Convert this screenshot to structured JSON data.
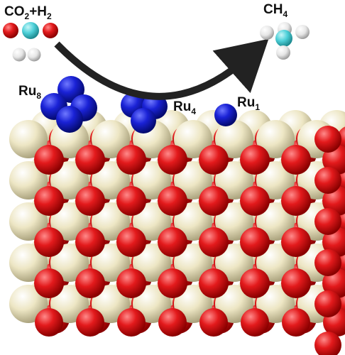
{
  "reaction": {
    "reactant_parts": [
      "CO",
      "2",
      "+H",
      "2"
    ],
    "product_parts": [
      "CH",
      "4"
    ]
  },
  "clusters": {
    "ru8": {
      "symbol": "Ru",
      "subscript": "8"
    },
    "ru4": {
      "symbol": "Ru",
      "subscript": "4"
    },
    "ru1": {
      "symbol": "Ru",
      "subscript": "1"
    }
  },
  "colors": {
    "oxygen": "#e31a1c",
    "carbon": "#4fd1d9",
    "hydrogen": "#e6e6e6",
    "ruthenium": "#1a22d6",
    "cerium": "#ede6c4",
    "arrow": "#222222"
  }
}
